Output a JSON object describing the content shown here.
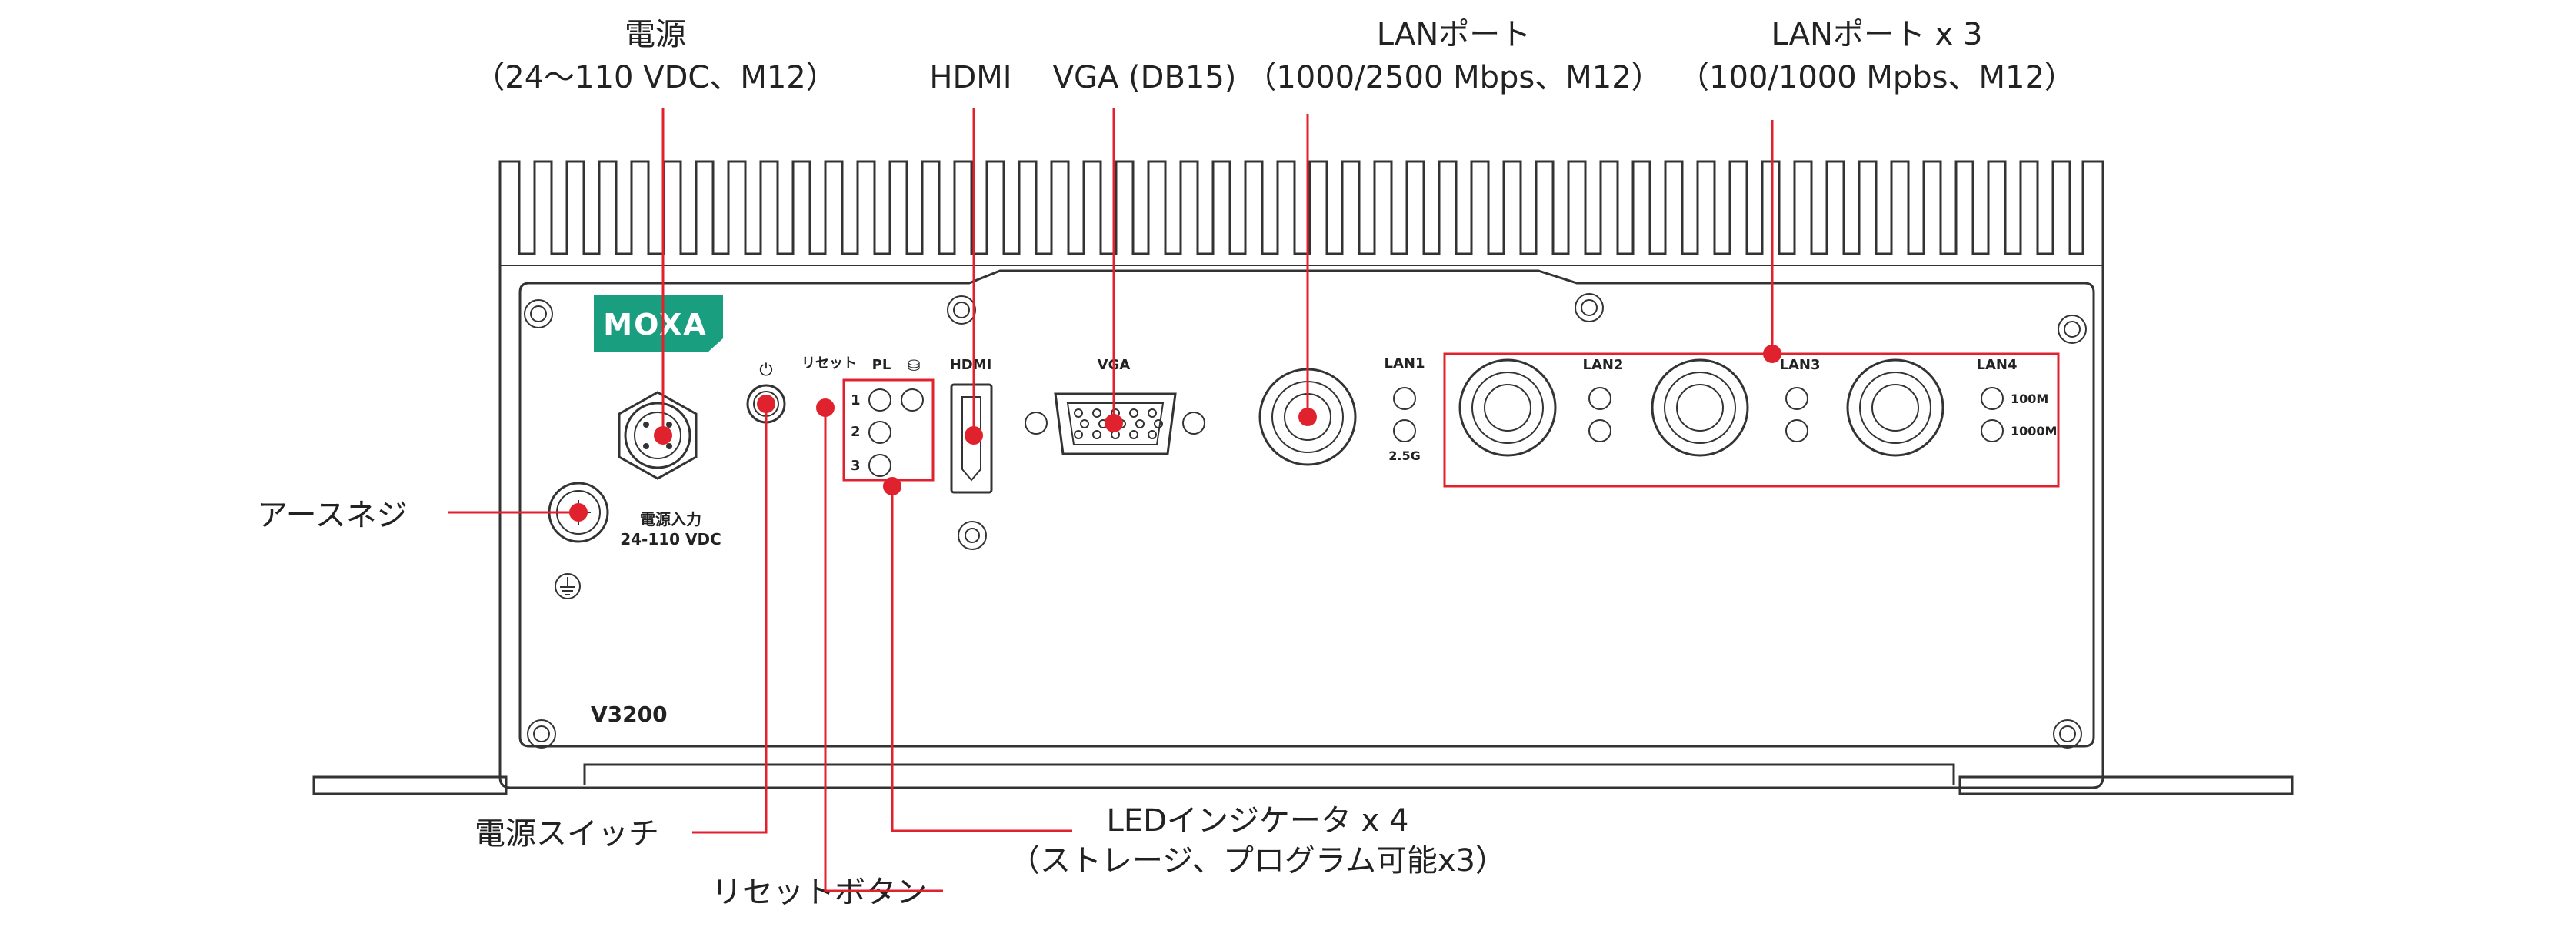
{
  "device": {
    "logo": "MOXA",
    "model": "V3200",
    "power_input_label_1": "電源入力",
    "power_input_label_2": "24-110 VDC",
    "power_symbol": "⏻",
    "reset_label": "リセット",
    "pl_label": "PL",
    "storage_symbol": "⛁",
    "led_1": "1",
    "led_2": "2",
    "led_3": "3",
    "hdmi_label": "HDMI",
    "vga_label": "VGA",
    "lan1_label": "LAN1",
    "lan1_speed": "2.5G",
    "lan2_label": "LAN2",
    "lan3_label": "LAN3",
    "lan4_label": "LAN4",
    "speed_100": "100M",
    "speed_1000": "1000M"
  },
  "callouts": {
    "power_title": "電源",
    "power_sub": "（24〜110 VDC、M12）",
    "hdmi": "HDMI",
    "vga": "VGA (DB15)",
    "lan_title": "LANポート",
    "lan_sub": "（1000/2500 Mbps、M12）",
    "lan3_title": "LANポート x 3",
    "lan3_sub": "（100/1000 Mpbs、M12）",
    "ground": "アースネジ",
    "power_switch": "電源スイッチ",
    "reset_button": "リセットボタン",
    "led_title": "LEDインジケータ x 4",
    "led_sub": "（ストレージ、プログラム可能x3）"
  },
  "colors": {
    "accent_red": "#e0222e",
    "brand_green": "#1a9e80",
    "outline": "#333333"
  }
}
